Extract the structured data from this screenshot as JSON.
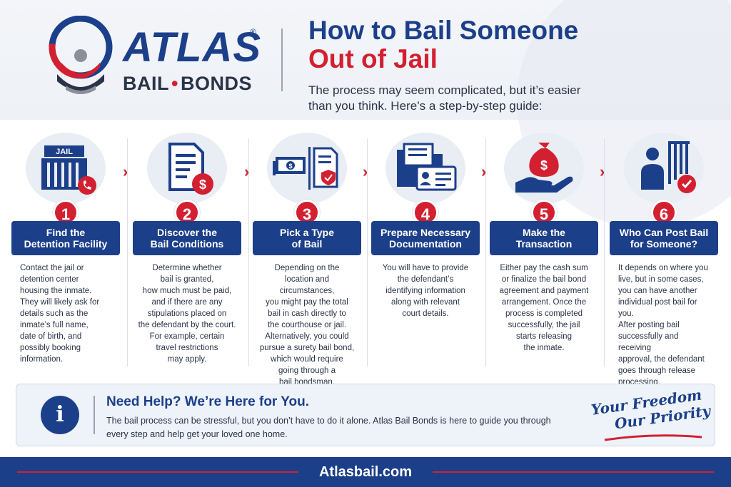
{
  "brand": {
    "name": "ATLAS",
    "registered": "®",
    "sub_left": "BAIL",
    "sub_dot": "•",
    "sub_right": "BONDS"
  },
  "header": {
    "title_line1": "How to Bail Someone",
    "title_line2": "Out of Jail",
    "subtitle": "The process may seem complicated, but it’s easier than you think. Here’s a step-by-step guide:"
  },
  "steps": [
    {
      "number": "1",
      "title": "Find the\nDetention Facility",
      "icon": "jail-building-phone-icon",
      "icon_label": "JAIL",
      "description": "Contact the jail or\ndetention center\nhousing the inmate.\nThey will likely ask for\ndetails such as the\ninmate’s full name,\ndate of birth, and\npossibly booking\ninformation."
    },
    {
      "number": "2",
      "title": "Discover the\nBail Conditions",
      "icon": "document-dollar-icon",
      "description": "Determine whether\nbail is granted,\nhow much must be paid,\nand if there are any\nstipulations placed on\nthe defendant by the court.\nFor example, certain\ntravel restrictions\nmay apply."
    },
    {
      "number": "3",
      "title": "Pick a Type\nof Bail",
      "icon": "cash-and-bond-document-icon",
      "description": "Depending on the\nlocation and circumstances,\nyou might pay the total\nbail in cash directly to\nthe courthouse or jail.\nAlternatively, you could\npursue a surety bail bond,\nwhich would require\ngoing through a\nbail bondsman."
    },
    {
      "number": "4",
      "title": "Prepare Necessary\nDocumentation",
      "icon": "folder-id-card-icon",
      "description": "You will have to provide\nthe defendant’s\nidentifying information\nalong with relevant\ncourt details."
    },
    {
      "number": "5",
      "title": "Make the\nTransaction",
      "icon": "hand-money-bag-icon",
      "description": "Either pay the cash sum\nor finalize the bail bond\nagreement and payment\narrangement. Once the\nprocess is completed\nsuccessfully, the jail\nstarts releasing\nthe inmate."
    },
    {
      "number": "6",
      "title": "Who Can Post Bail\nfor Someone?",
      "icon": "person-jail-bars-check-icon",
      "description": "It depends on where you\nlive, but in some cases,\nyou can have another\nindividual post bail for you.\nAfter posting bail\nsuccessfully and receiving\napproval, the defendant\ngoes through release\nprocessing."
    }
  ],
  "chevron": "›",
  "help": {
    "icon": "info-icon",
    "icon_glyph": "i",
    "title": "Need Help? We’re Here for You.",
    "text": "The bail process can be stressful, but you don’t have to do it alone. Atlas Bail Bonds is here to guide you through every step and help get your loved one home.",
    "tagline_line1": "Your Freedom",
    "tagline_line2": "Our Priority"
  },
  "footer": {
    "url": "Atlasbail.com"
  },
  "colors": {
    "navy": "#1c3f8a",
    "red": "#d32030",
    "light_bg": "#eef3fa"
  }
}
